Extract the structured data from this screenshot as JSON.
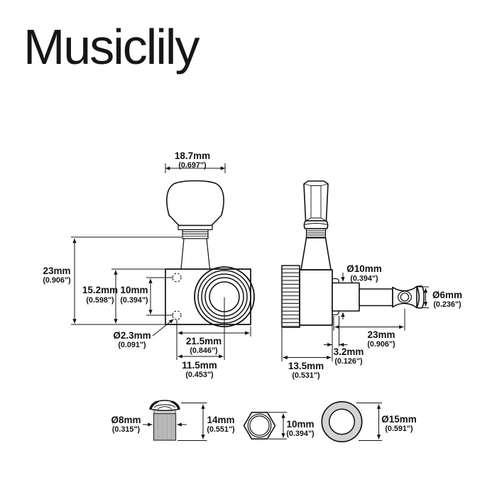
{
  "brand": {
    "name": "Musiclily"
  },
  "front": {
    "button_width": {
      "mm": "18.7mm",
      "in": "(0.697\")"
    },
    "overall_height": {
      "mm": "23mm",
      "in": "(0.906\")"
    },
    "plate_height": {
      "mm": "15.2mm",
      "in": "(0.598\")"
    },
    "screw_spacing": {
      "mm": "10mm",
      "in": "(0.394\")"
    },
    "screw_hole": {
      "mm": "Ø2.3mm",
      "in": "(0.091\")"
    },
    "plate_width": {
      "mm": "21.5mm",
      "in": "(0.846\")"
    },
    "post_offset": {
      "mm": "11.5mm",
      "in": "(0.453\")"
    }
  },
  "side": {
    "bushing_dia": {
      "mm": "Ø10mm",
      "in": "(0.394\")"
    },
    "post_dia": {
      "mm": "Ø6mm",
      "in": "(0.236\")"
    },
    "post_length": {
      "mm": "23mm",
      "in": "(0.906\")"
    },
    "plate_offset": {
      "mm": "3.2mm",
      "in": "(0.126\")"
    },
    "body_depth": {
      "mm": "13.5mm",
      "in": "(0.531\")"
    }
  },
  "hardware": {
    "bushing_dia": {
      "mm": "Ø8mm",
      "in": "(0.315\")"
    },
    "bushing_height": {
      "mm": "14mm",
      "in": "(0.551\")"
    },
    "nut_size": {
      "mm": "10mm",
      "in": "(0.394\")"
    },
    "washer_dia": {
      "mm": "Ø15mm",
      "in": "(0.591\")"
    }
  },
  "colors": {
    "line": "#111111",
    "gray_fill": "#c9c9c9",
    "bushing_gray": "#b9b9b9",
    "background": "#ffffff"
  }
}
